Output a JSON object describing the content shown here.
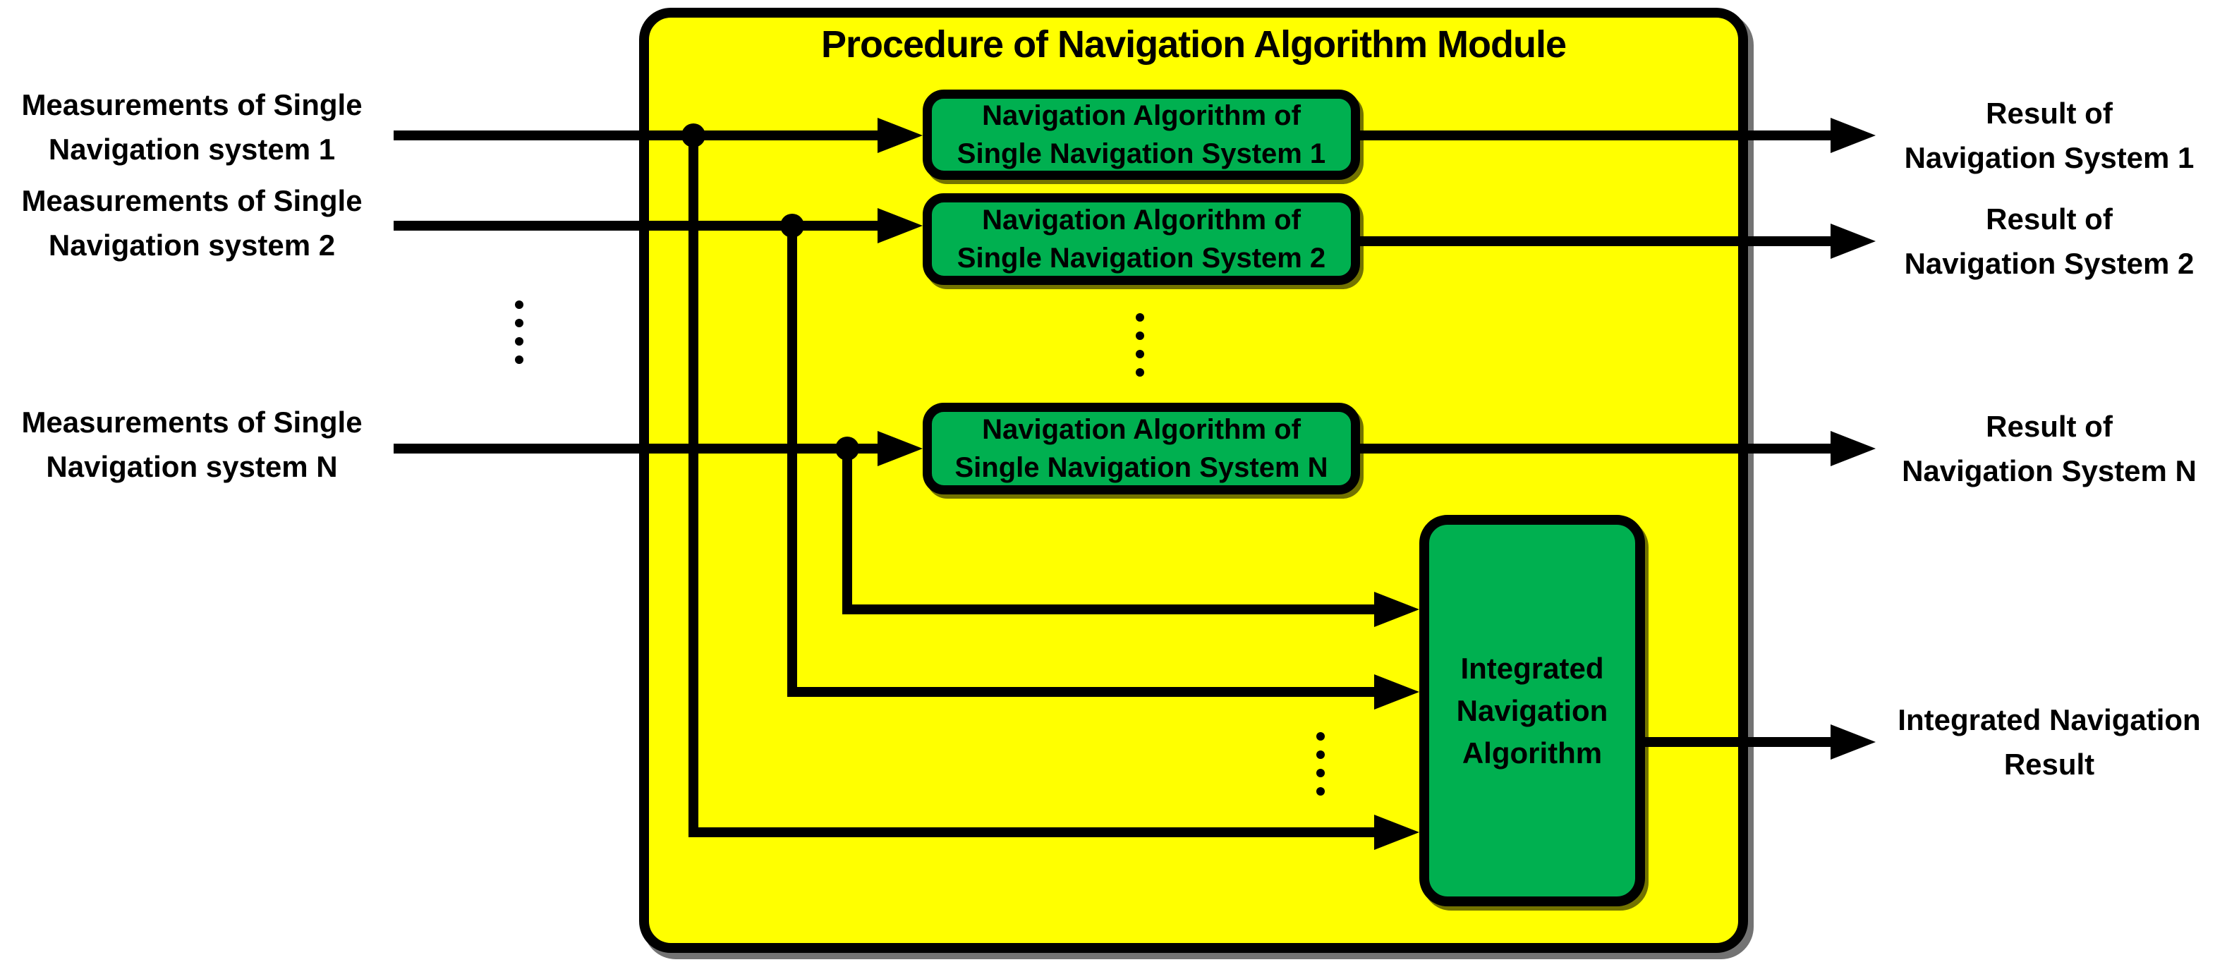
{
  "title": "Procedure of Navigation Algorithm Module",
  "inputs": [
    {
      "line1": "Measurements of Single",
      "line2": "Navigation system 1"
    },
    {
      "line1": "Measurements of Single",
      "line2": "Navigation system 2"
    },
    {
      "line1": "Measurements of Single",
      "line2": "Navigation system N"
    }
  ],
  "algorithms": [
    {
      "line1": "Navigation Algorithm of",
      "line2": "Single Navigation System 1"
    },
    {
      "line1": "Navigation Algorithm of",
      "line2": "Single Navigation System 2"
    },
    {
      "line1": "Navigation Algorithm of",
      "line2": "Single Navigation System N"
    }
  ],
  "integrated_box": {
    "line1": "Integrated",
    "line2": "Navigation",
    "line3": "Algorithm"
  },
  "outputs": [
    {
      "line1": "Result of",
      "line2": "Navigation System 1"
    },
    {
      "line1": "Result of",
      "line2": "Navigation System 2"
    },
    {
      "line1": "Result of",
      "line2": "Navigation System N"
    }
  ],
  "integrated_output": {
    "line1": "Integrated Navigation",
    "line2": "Result"
  },
  "colors": {
    "container_fill": "#FFFF00",
    "box_fill": "#00B050",
    "line": "#000000",
    "background": "#FFFFFF"
  }
}
